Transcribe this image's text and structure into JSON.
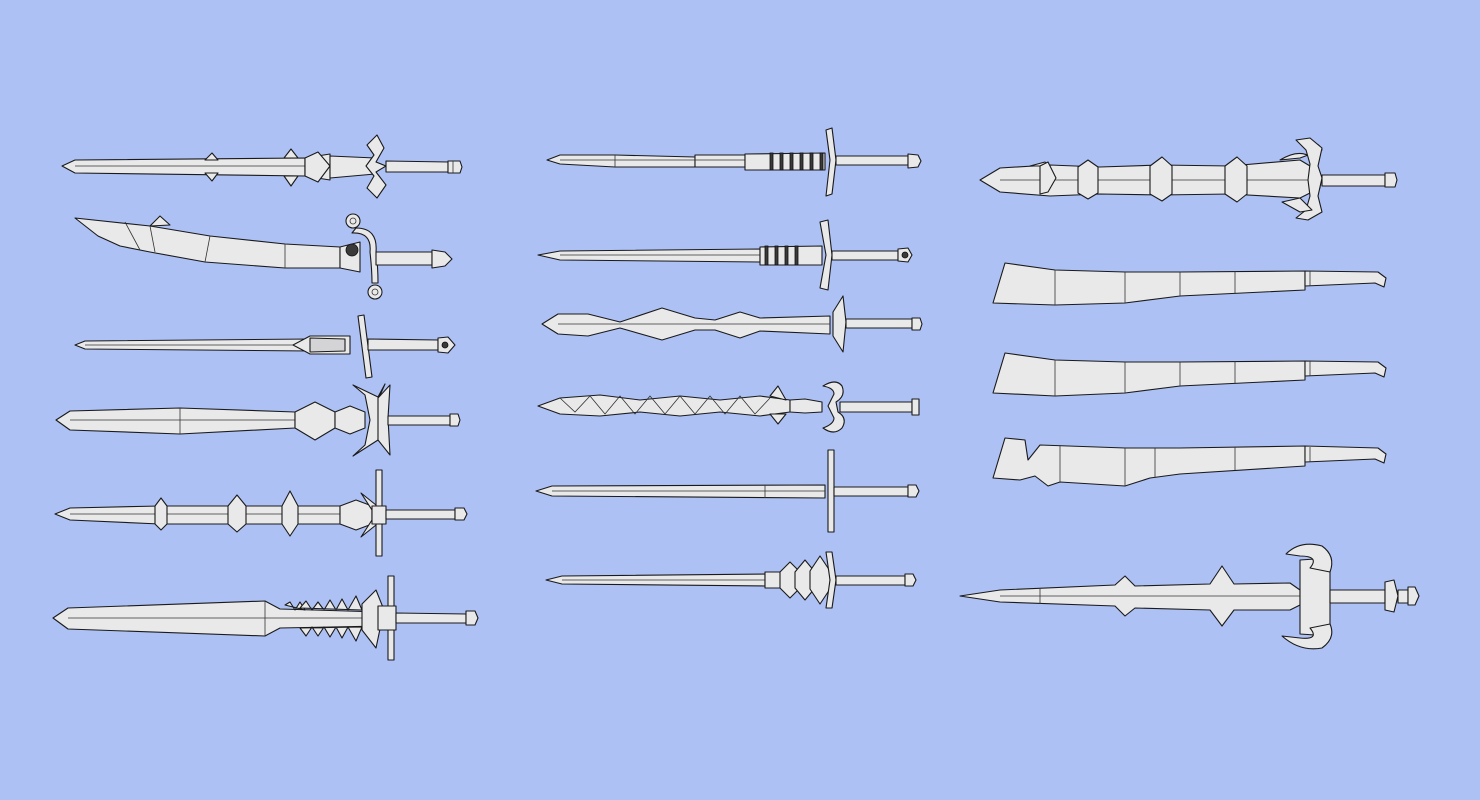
{
  "scene": {
    "background": "#adc1f5",
    "model_fill": "#e9e9ea",
    "wire_color": "#1a1a1a",
    "render_style": "low-poly wireframe shaded"
  },
  "weapons": [
    {
      "name": "spiked-longsword",
      "column": 1
    },
    {
      "name": "scimitar-with-ring-guard",
      "column": 1
    },
    {
      "name": "rapier-with-ornate-pommel",
      "column": 1
    },
    {
      "name": "lobed-broadsword",
      "column": 1
    },
    {
      "name": "segmented-spiked-sword",
      "column": 1
    },
    {
      "name": "serrated-greatsword",
      "column": 1
    },
    {
      "name": "wrapped-grip-longsword",
      "column": 2
    },
    {
      "name": "slim-wrapped-sword",
      "column": 2
    },
    {
      "name": "bulbous-blade-sword",
      "column": 2
    },
    {
      "name": "twisted-blade-sword",
      "column": 2
    },
    {
      "name": "plain-crossguard-sword",
      "column": 2
    },
    {
      "name": "ribbed-guard-sword",
      "column": 2
    },
    {
      "name": "spiked-scorpion-sword",
      "column": 3
    },
    {
      "name": "cleaver-blade-1",
      "column": 3
    },
    {
      "name": "cleaver-blade-2",
      "column": 3
    },
    {
      "name": "notched-cleaver",
      "column": 3
    },
    {
      "name": "curled-guard-dagger-sword",
      "column": 3
    }
  ]
}
